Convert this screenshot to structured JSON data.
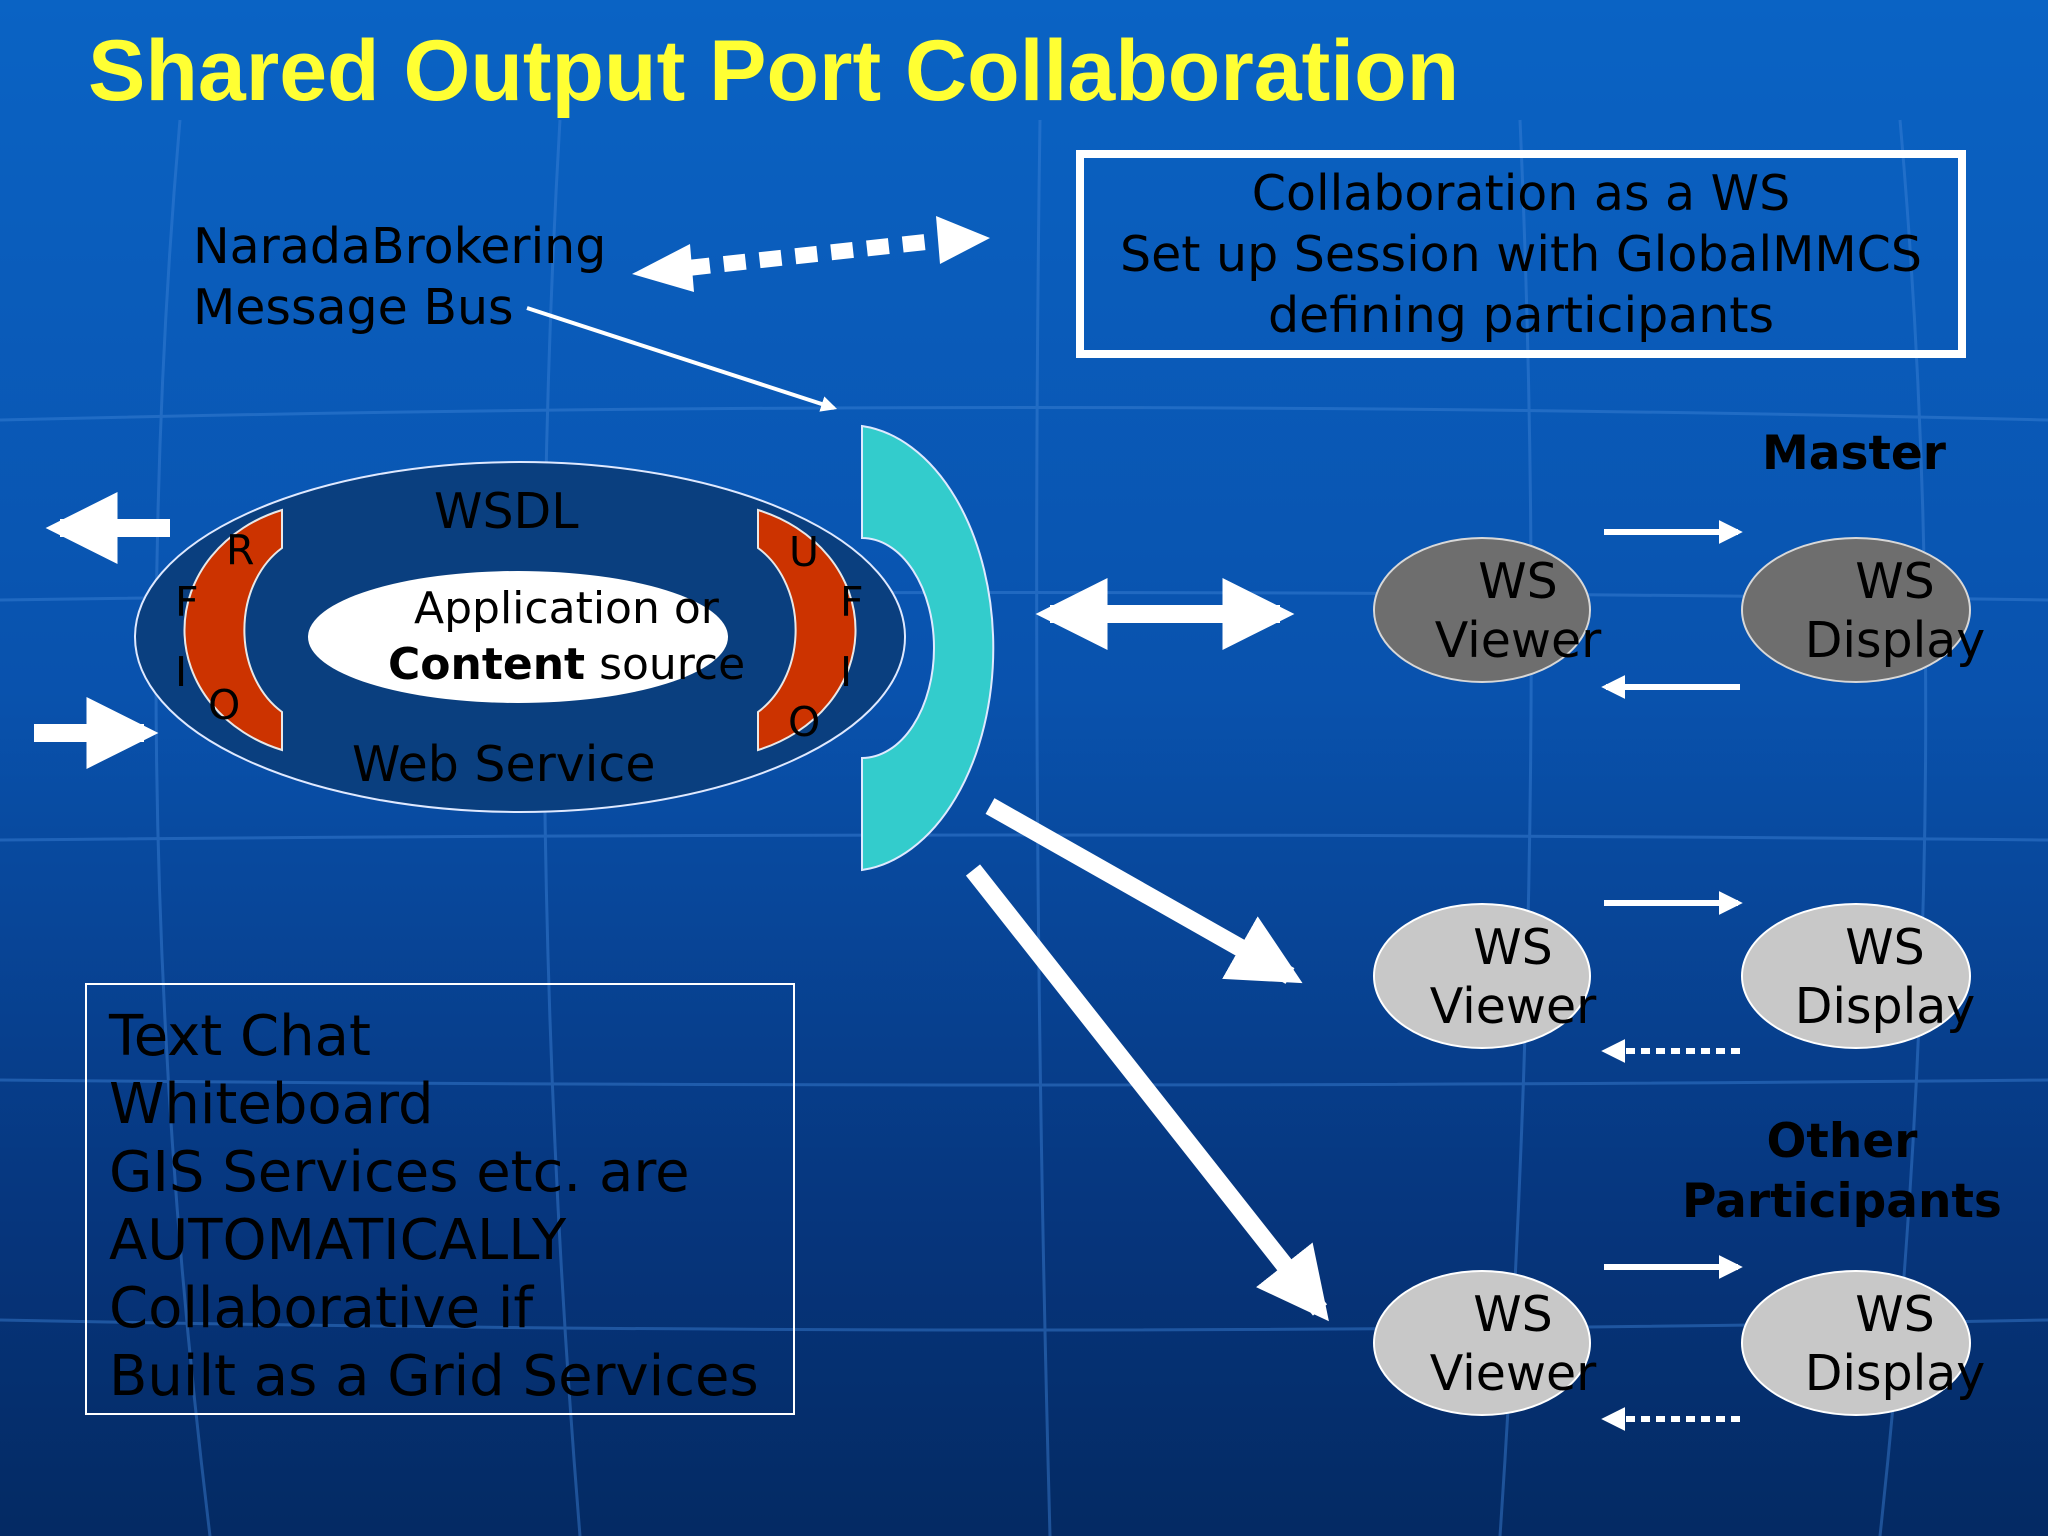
{
  "title": "Shared Output Port Collaboration",
  "message_bus": {
    "line1": "NaradaBrokering",
    "line2": "Message Bus"
  },
  "collab_box": {
    "lines": [
      "Collaboration as a WS",
      "Set up Session with GlobalMMCS",
      "defining participants"
    ]
  },
  "web_service": {
    "wsdl": "WSDL",
    "name": "Web Service",
    "core_line1": "Application or",
    "core_bold": "Content",
    "core_rest": " source",
    "input_port": [
      "R",
      "F",
      "I",
      "O"
    ],
    "output_port": [
      "U",
      "F",
      "I",
      "O"
    ]
  },
  "roles": {
    "master": "Master",
    "other_line1": "Other",
    "other_line2": "Participants"
  },
  "nodes": [
    {
      "viewer": [
        "WS",
        "Viewer"
      ],
      "display": [
        "WS",
        "Display"
      ],
      "shade": "#6e6e6e"
    },
    {
      "viewer": [
        "WS",
        "Viewer"
      ],
      "display": [
        "WS",
        "Display"
      ],
      "shade": "#c8c8c8"
    },
    {
      "viewer": [
        "WS",
        "Viewer"
      ],
      "display": [
        "WS",
        "Display"
      ],
      "shade": "#c8c8c8"
    }
  ],
  "services_box": {
    "lines": [
      "Text Chat",
      "Whiteboard",
      "GIS Services etc. are",
      "AUTOMATICALLY",
      "Collaborative if",
      "Built as a Grid Services"
    ]
  },
  "colors": {
    "title": "#ffff33",
    "port": "#cc3300",
    "shared_port": "#33cccc",
    "ellipse": "#0a3f7f"
  }
}
